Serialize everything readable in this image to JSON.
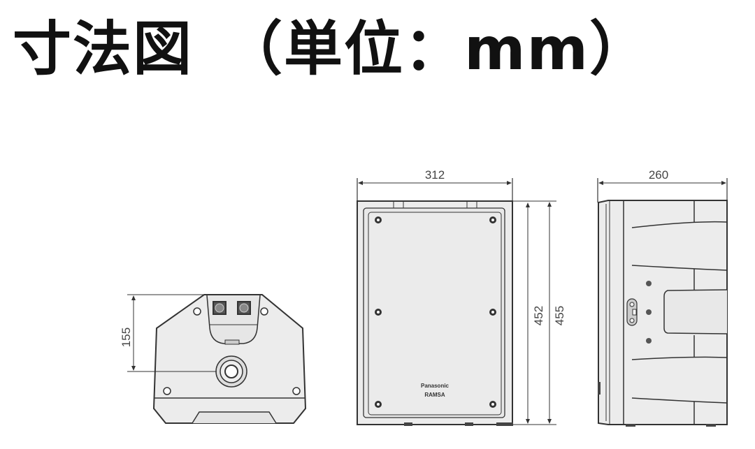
{
  "title": "寸法図　（単位：mm）",
  "views": {
    "bottom": {
      "name": "bottom-view",
      "dimension": "155"
    },
    "front": {
      "name": "front-view",
      "width": "312",
      "height_inner": "452",
      "height_outer": "455",
      "logo_line1": "Panasonic",
      "logo_line2": "RAMSA"
    },
    "side": {
      "name": "side-view",
      "depth": "260"
    }
  },
  "colors": {
    "body_fill": "#ececec",
    "line": "#333333",
    "text": "#444444"
  }
}
